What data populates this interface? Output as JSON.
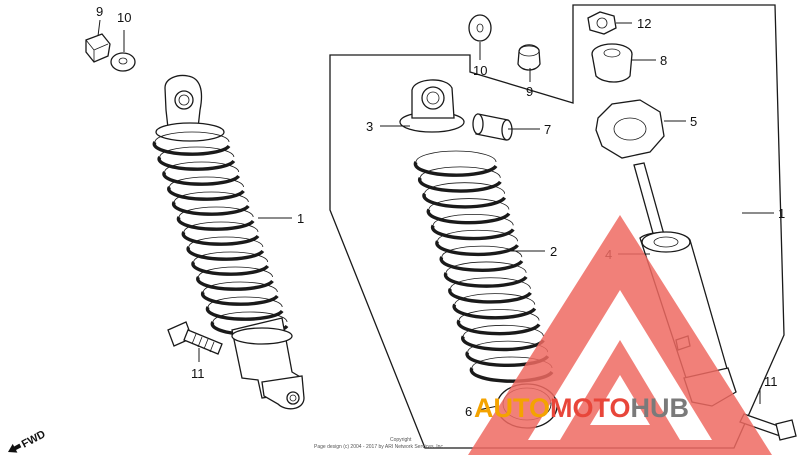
{
  "diagram": {
    "callouts": {
      "left_9": "9",
      "left_10": "10",
      "left_1": "1",
      "left_11": "11",
      "right_10": "10",
      "right_9": "9",
      "right_12": "12",
      "right_8": "8",
      "right_3": "3",
      "right_7": "7",
      "right_5": "5",
      "right_2": "2",
      "right_4": "4",
      "right_1": "1",
      "right_6": "6",
      "right_11": "11"
    },
    "fwd_label": "FWD",
    "copyright_line1": "Copyright",
    "copyright_line2": "Page design (c) 2004 - 2017 by ARI Network Services, Inc."
  },
  "watermark": {
    "part1": "AUTO",
    "part2": "MOTO",
    "part3": "HUB",
    "colors": {
      "red": "#e8463a",
      "orange": "#f4a300",
      "gray": "#7a7a7a",
      "triangle": "#ee6a62"
    }
  }
}
